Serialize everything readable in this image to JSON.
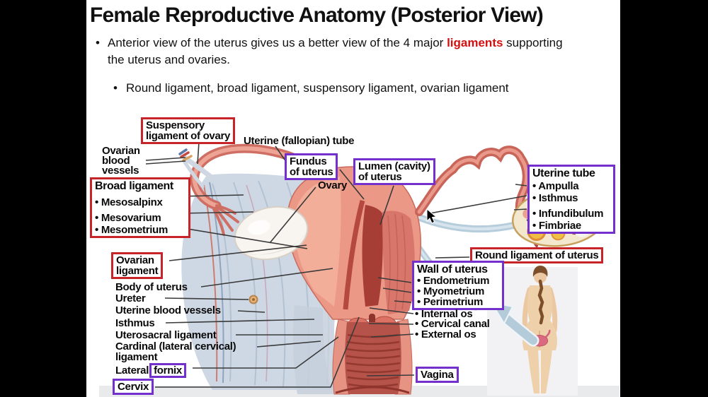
{
  "slide": {
    "title": "Female Reproductive Anatomy (Posterior View)",
    "bullet_char": "•",
    "bullet_main": {
      "pre": "Anterior view of the uterus gives us a better view of the 4 major ",
      "highlight": "ligaments",
      "post": " supporting",
      "line2": "the uterus and ovaries."
    },
    "bullet_sub": "Round ligament, broad ligament, suspensory ligament, ovarian ligament"
  },
  "diagram": {
    "suspensory_ligament": {
      "line1": "Suspensory",
      "line2": "ligament of ovary"
    },
    "ovarian_blood_vessels": {
      "line1": "Ovarian",
      "line2": "blood",
      "line3": "vessels"
    },
    "broad_ligament": {
      "heading": "Broad ligament",
      "items": [
        "• Mesosalpinx",
        "• Mesovarium",
        "• Mesometrium"
      ]
    },
    "uterine_fallopian_tube": "Uterine (fallopian) tube",
    "fundus": {
      "line1": "Fundus",
      "line2": "of uterus"
    },
    "lumen": {
      "line1": "Lumen (cavity)",
      "line2": "of uterus"
    },
    "ovary": "Ovary",
    "uterine_tube": {
      "heading": "Uterine tube",
      "items": [
        "• Ampulla",
        "• Isthmus",
        "• Infundibulum",
        "• Fimbriae"
      ]
    },
    "round_ligament": "Round ligament of uterus",
    "ovarian_ligament": {
      "line1": "Ovarian",
      "line2": "ligament"
    },
    "wall_of_uterus": {
      "heading": "Wall of uterus",
      "items": [
        "• Endometrium",
        "• Myometrium",
        "• Perimetrium"
      ]
    },
    "os_items": [
      "• Internal os",
      "• Cervical canal",
      "• External os"
    ],
    "left_labels": {
      "body_of_uterus": "Body of uterus",
      "ureter": "Ureter",
      "uterine_blood_vessels": "Uterine blood vessels",
      "isthmus": "Isthmus",
      "uterosacral_ligament": "Uterosacral ligament",
      "cardinal_line1": "Cardinal (lateral cervical)",
      "cardinal_line2": "ligament",
      "lateral_prefix": "Lateral",
      "fornix": "fornix",
      "cervix": "Cervix"
    },
    "vagina": "Vagina"
  },
  "colors": {
    "red_box": "#c62428",
    "purple_box": "#7430cc",
    "highlight_red": "#d40f0f",
    "letterbox": "#000000",
    "slide_background": "#ffffff"
  }
}
